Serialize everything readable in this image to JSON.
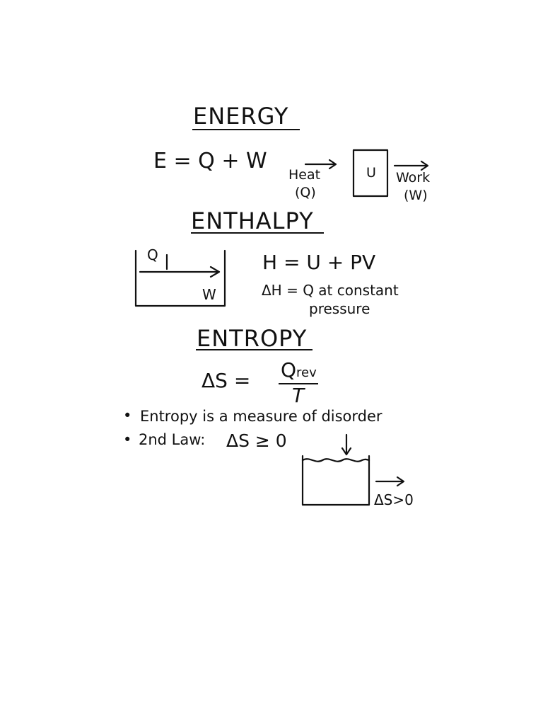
{
  "energy": {
    "heading": "ENERGY",
    "equation": "E = Q + W",
    "heat_label": "Heat",
    "heat_symbol": "(Q)",
    "system_label": "U",
    "work_label": "Work",
    "work_symbol": "(W)"
  },
  "enthalpy": {
    "heading": "ENTHALPY",
    "diagram_q": "Q",
    "diagram_w": "W",
    "equation": "H = U + PV",
    "delta_line1": "ΔH = Q at constant",
    "delta_line2": "pressure"
  },
  "entropy": {
    "heading": "ENTROPY",
    "lhs": "ΔS =",
    "numerator": "Q",
    "numerator_sub": "rev",
    "denominator": "T",
    "bullets": [
      "Entropy is a measure of disorder",
      "2nd Law:"
    ],
    "bullet_marker": "•",
    "second_law_expr": "ΔS ≥ 0",
    "container_label": "ΔS>0"
  }
}
